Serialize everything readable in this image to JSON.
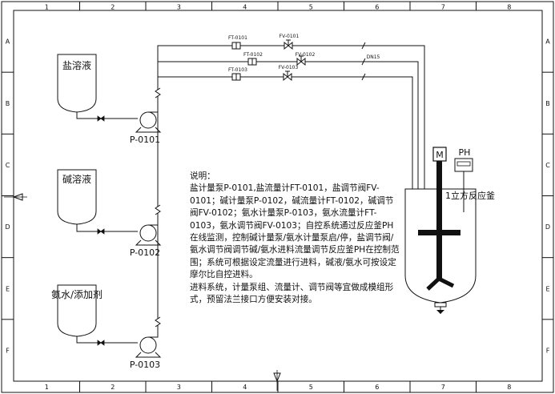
{
  "frame": {
    "columns": [
      "1",
      "2",
      "3",
      "4",
      "5",
      "6",
      "7",
      "8"
    ],
    "rows": [
      "A",
      "B",
      "C",
      "D",
      "E",
      "F"
    ]
  },
  "tanks": [
    {
      "label": "盐溶液"
    },
    {
      "label": "碱溶液"
    },
    {
      "label": "氨水/添加剂"
    }
  ],
  "pumps": [
    {
      "tag": "P-0101"
    },
    {
      "tag": "P-0102"
    },
    {
      "tag": "P-0103"
    }
  ],
  "lines": [
    {
      "flowmeter": "FT-0101",
      "valve": "FV-0101"
    },
    {
      "flowmeter": "FT-0102",
      "valve": "FV-0102",
      "pipe_size": "DN15"
    },
    {
      "flowmeter": "FT-0103",
      "valve": "FV-0103"
    }
  ],
  "reactor": {
    "label": "1立方反应釜",
    "motor_label": "M",
    "ph_label": "PH"
  },
  "notes": {
    "title": "说明：",
    "paragraph1": "盐计量泵P-0101,盐流量计FT-0101，盐调节阀FV-0101；碱计量泵P-0102，碱流量计FT-0102，碱调节阀FV-0102；氨水计量泵P-0103，氨水流量计FT-0103，氨水调节阀FV-0103；自控系统通过反应釜PH在线监测，控制碱计量泵/氨水计量泵启/停，盐调节阀/氨水调节阀调节碱/氨水进料流量调节反应釜PH在控制范围；系统可根据设定流量进行进料，碱液/氨水可按设定摩尔比自控进料。",
    "paragraph2": "进料系统，计量泵组、流量计、调节阀等宜做成模组形式，预留法兰接口方便安装对接。"
  },
  "colors": {
    "line": "#111111",
    "background": "#ffffff"
  }
}
